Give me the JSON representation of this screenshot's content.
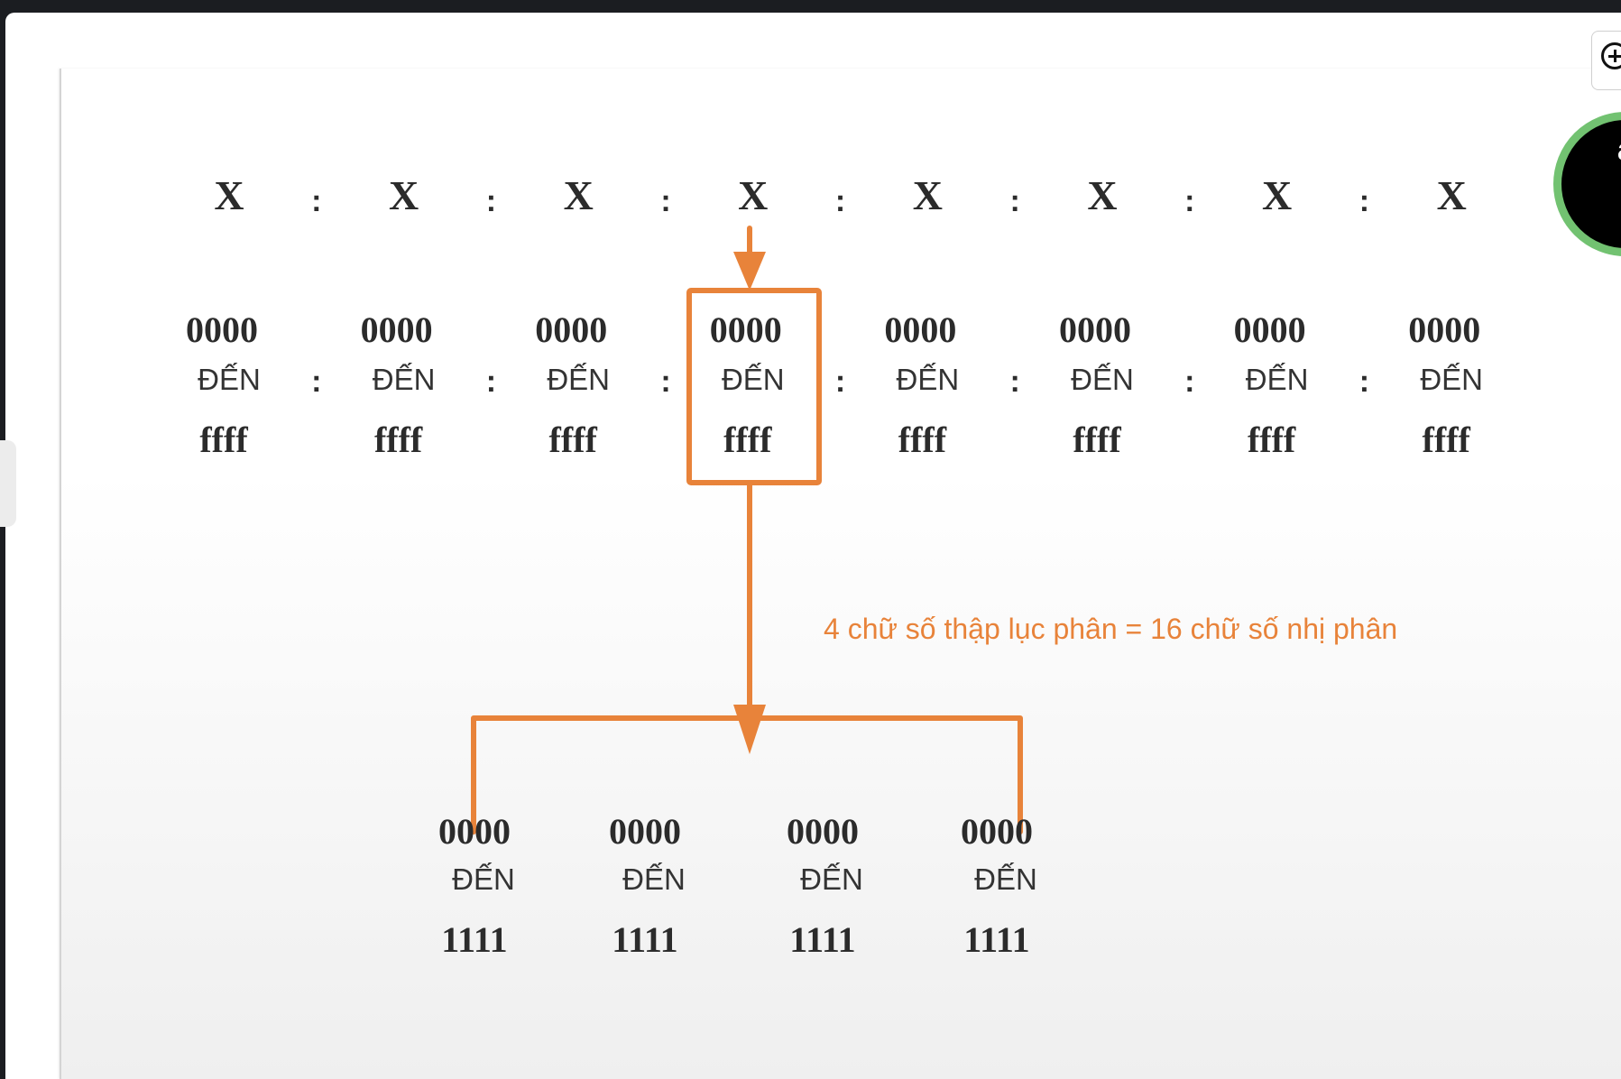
{
  "diagram": {
    "top_groups": [
      "X",
      "X",
      "X",
      "X",
      "X",
      "X",
      "X",
      "X"
    ],
    "separator": ":",
    "hextets": [
      {
        "from": "0000",
        "word": "ĐẾN",
        "to": "ffff"
      },
      {
        "from": "0000",
        "word": "ĐẾN",
        "to": "ffff"
      },
      {
        "from": "0000",
        "word": "ĐẾN",
        "to": "ffff"
      },
      {
        "from": "0000",
        "word": "ĐẾN",
        "to": "ffff"
      },
      {
        "from": "0000",
        "word": "ĐẾN",
        "to": "ffff"
      },
      {
        "from": "0000",
        "word": "ĐẾN",
        "to": "ffff"
      },
      {
        "from": "0000",
        "word": "ĐẾN",
        "to": "ffff"
      },
      {
        "from": "0000",
        "word": "ĐẾN",
        "to": "ffff"
      }
    ],
    "highlighted_index": 3,
    "annotation": "4 chữ số thập lục phân = 16 chữ số nhị phân",
    "binary_groups": [
      {
        "from": "0000",
        "word": "ĐẾN",
        "to": "1111"
      },
      {
        "from": "0000",
        "word": "ĐẾN",
        "to": "1111"
      },
      {
        "from": "0000",
        "word": "ĐẾN",
        "to": "1111"
      },
      {
        "from": "0000",
        "word": "ĐẾN",
        "to": "1111"
      }
    ],
    "accent_color": "#e8833a"
  },
  "ui": {
    "zoom_icon": "zoom-in-icon",
    "avatar_letter": "a"
  }
}
